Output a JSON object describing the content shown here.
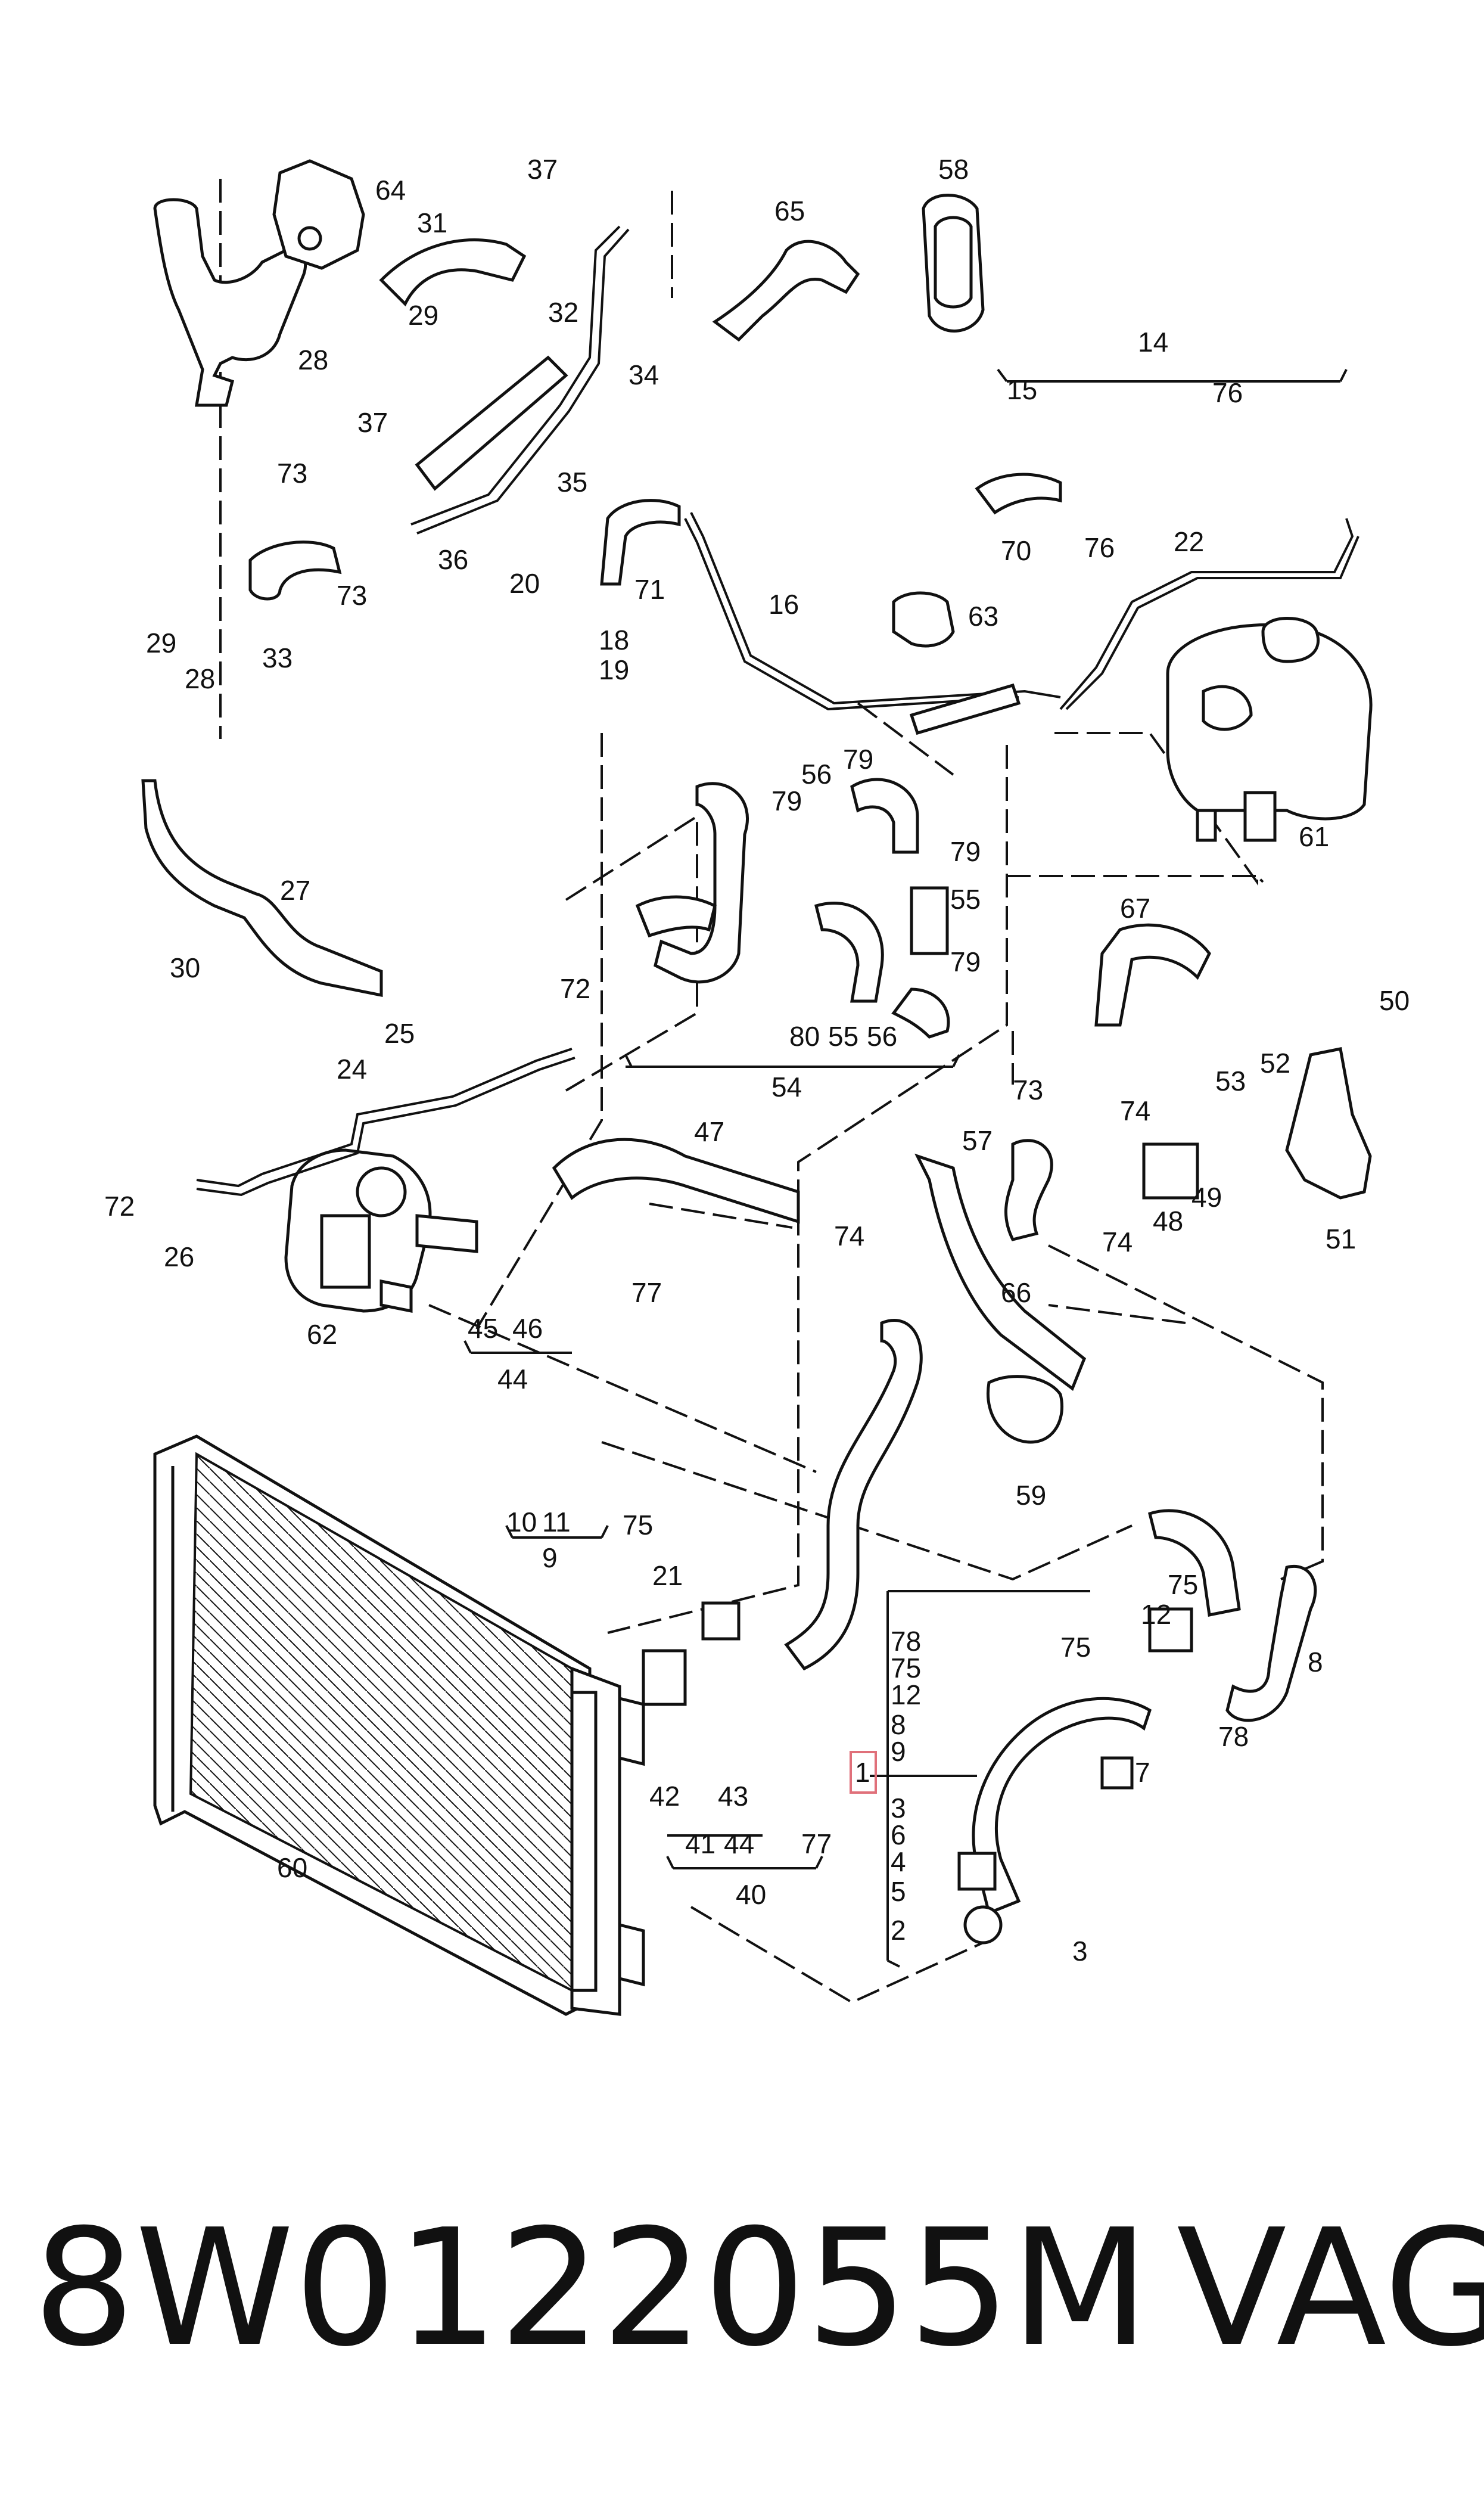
{
  "diagram": {
    "part_number": "8W0122055M",
    "make": "VAG",
    "highlighted_callout": "1",
    "callouts": [
      "1",
      "2",
      "3",
      "3",
      "4",
      "5",
      "6",
      "7",
      "8",
      "8",
      "9",
      "9",
      "10",
      "11",
      "12",
      "12",
      "14",
      "15",
      "16",
      "18",
      "19",
      "20",
      "21",
      "22",
      "24",
      "25",
      "26",
      "27",
      "28",
      "28",
      "29",
      "29",
      "30",
      "31",
      "32",
      "33",
      "34",
      "35",
      "36",
      "37",
      "37",
      "40",
      "41",
      "42",
      "43",
      "44",
      "44",
      "45",
      "46",
      "47",
      "48",
      "49",
      "50",
      "51",
      "52",
      "53",
      "54",
      "55",
      "55",
      "56",
      "56",
      "57",
      "58",
      "59",
      "60",
      "61",
      "62",
      "63",
      "64",
      "65",
      "66",
      "67",
      "70",
      "71",
      "72",
      "72",
      "73",
      "73",
      "73",
      "74",
      "74",
      "74",
      "75",
      "75",
      "75",
      "75",
      "76",
      "76",
      "77",
      "77",
      "78",
      "78",
      "79",
      "79",
      "79",
      "79",
      "80"
    ]
  }
}
